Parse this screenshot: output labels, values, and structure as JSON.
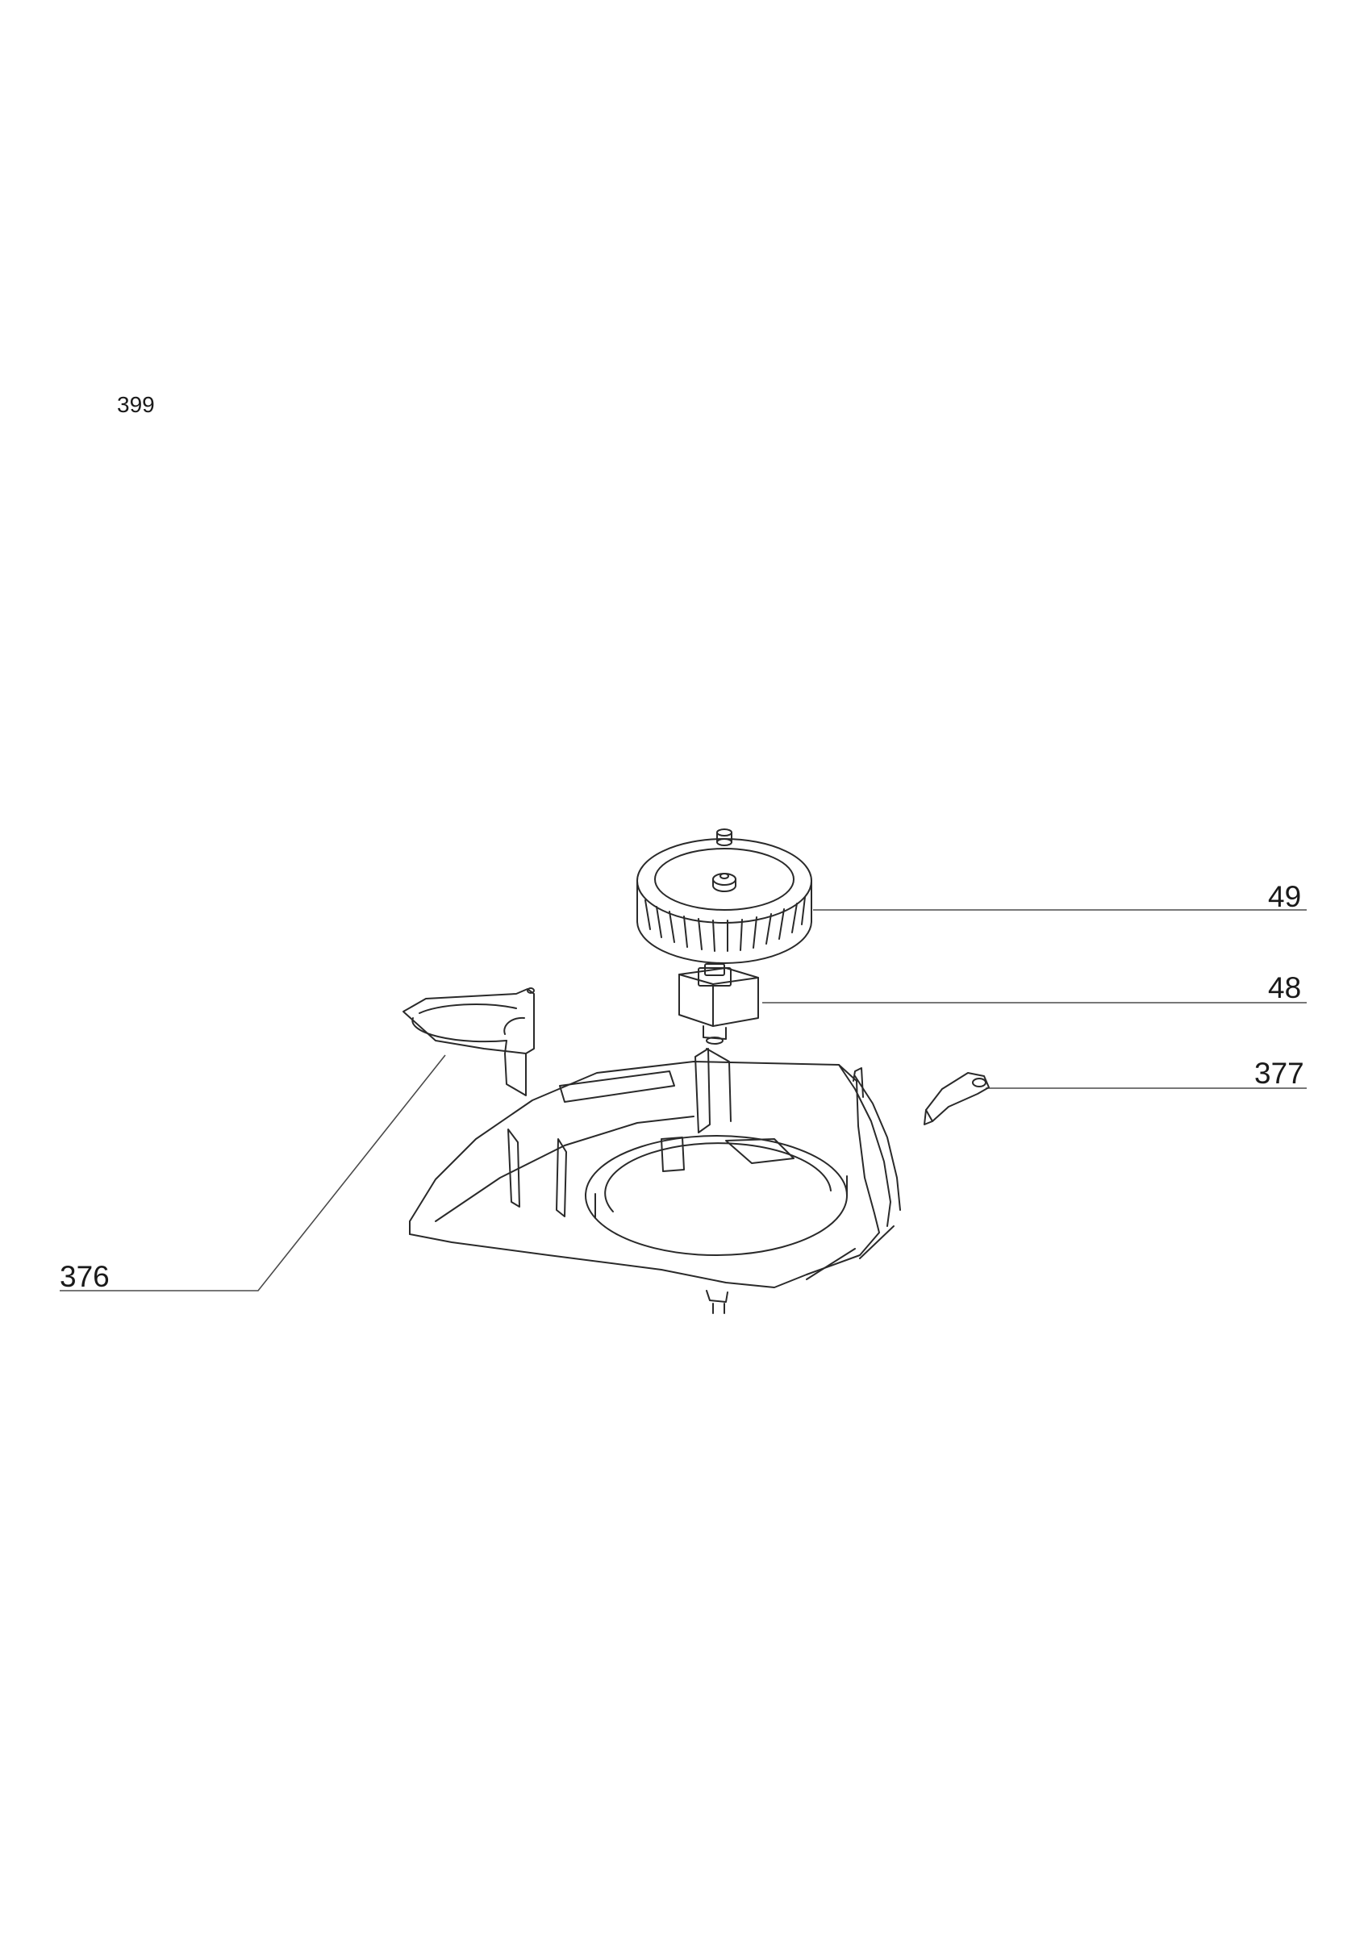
{
  "page": {
    "number": "399"
  },
  "callouts": [
    {
      "id": "49",
      "label": "49",
      "part": "blower wheel"
    },
    {
      "id": "48",
      "label": "48",
      "part": "motor"
    },
    {
      "id": "377",
      "label": "377",
      "part": "clip"
    },
    {
      "id": "376",
      "label": "376",
      "part": "air guide"
    }
  ],
  "colors": {
    "line": "#2a2a2a",
    "background": "#ffffff"
  }
}
